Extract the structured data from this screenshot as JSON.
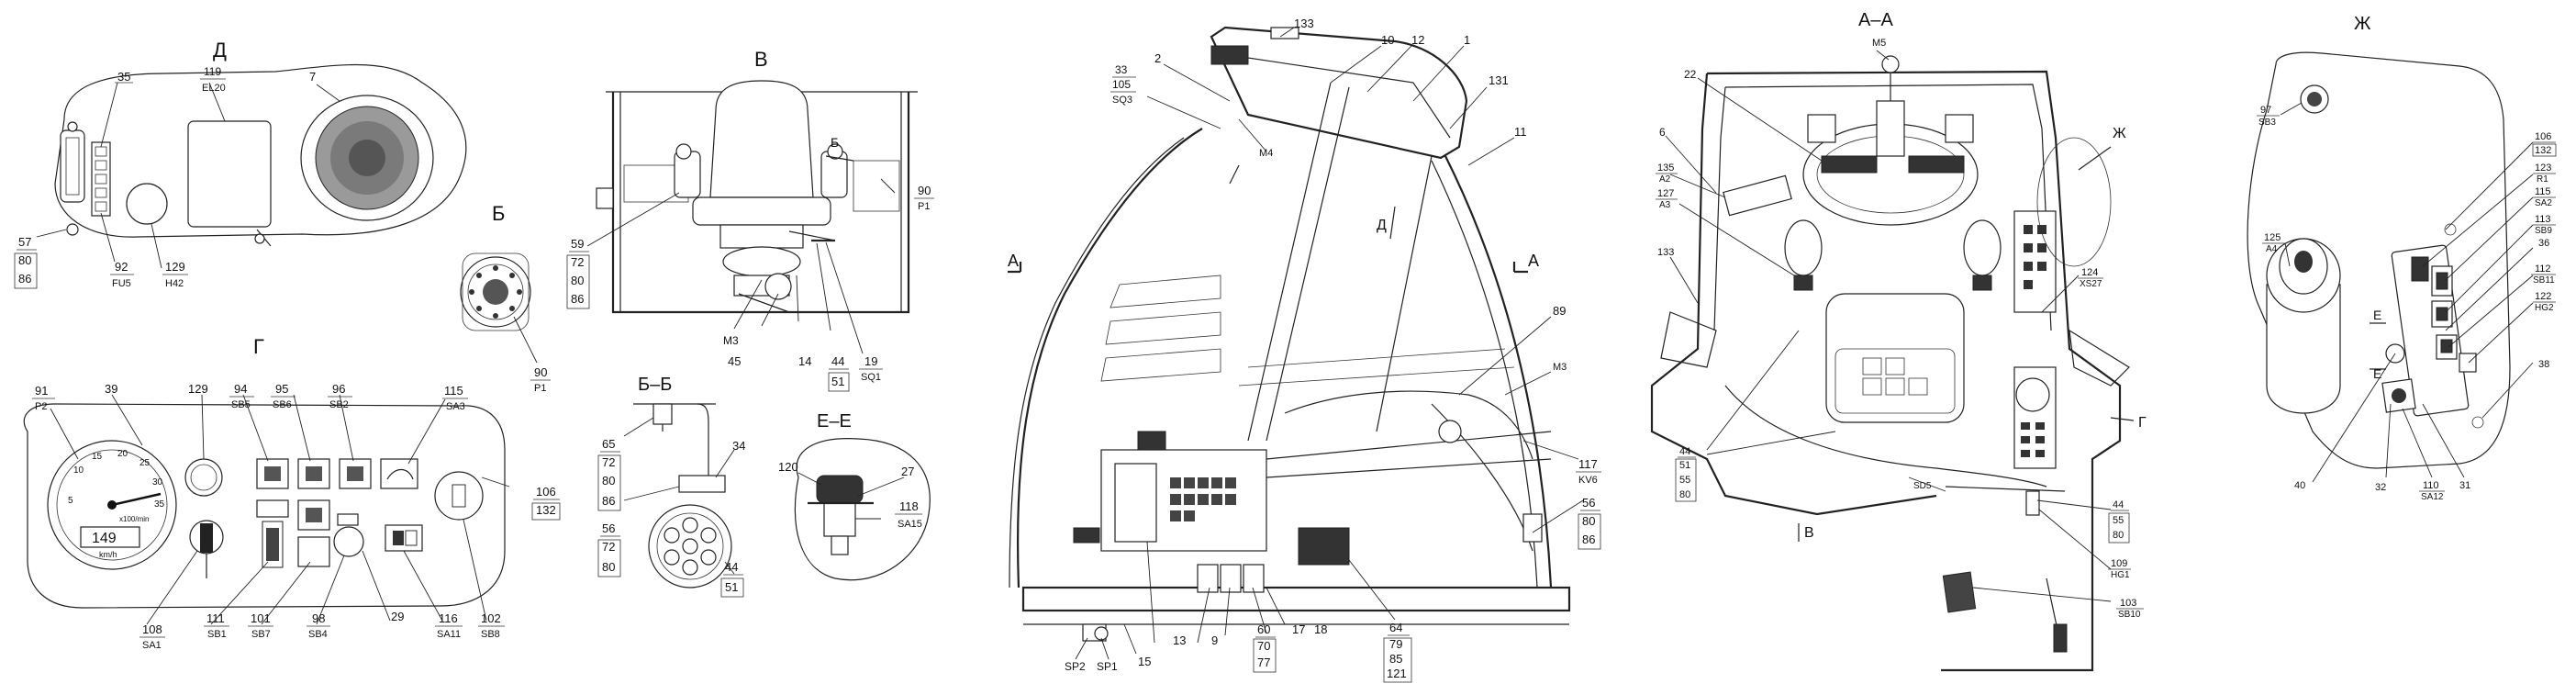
{
  "view_titles": {
    "D": "Д",
    "V": "В",
    "B": "Б",
    "G": "Г",
    "BB": "Б–Б",
    "EE": "Е–Е",
    "AA": "А–А",
    "ZH": "Ж"
  },
  "section_marks": {
    "A_left": "А",
    "A_right": "А",
    "D_arrow": "Д",
    "B_arrow": "Б",
    "V_arrow": "В",
    "G_arrow": "Г",
    "ZH_arrow": "Ж",
    "E_upper": "Е",
    "E_lower": "Е",
    "B_inner": "Б"
  },
  "dashboard": {
    "display_reading": "149",
    "speed_units": "km/h",
    "odometer_units": "x100/min",
    "speed_ticks": [
      "5",
      "10",
      "15",
      "20",
      "25",
      "30",
      "35"
    ]
  },
  "callouts": [
    {
      "id": "d35",
      "text": "35"
    },
    {
      "id": "d119",
      "text": "119"
    },
    {
      "id": "d_el20",
      "text": "EL20"
    },
    {
      "id": "d7",
      "text": "7"
    },
    {
      "id": "d57",
      "text": "57"
    },
    {
      "id": "d80",
      "text": "80"
    },
    {
      "id": "d86",
      "text": "86"
    },
    {
      "id": "d92",
      "text": "92"
    },
    {
      "id": "d_fu5",
      "text": "FU5"
    },
    {
      "id": "d129",
      "text": "129"
    },
    {
      "id": "d_h42",
      "text": "H42"
    },
    {
      "id": "b90",
      "text": "90"
    },
    {
      "id": "b_p1",
      "text": "P1"
    },
    {
      "id": "v59",
      "text": "59"
    },
    {
      "id": "v72",
      "text": "72"
    },
    {
      "id": "v80",
      "text": "80"
    },
    {
      "id": "v86",
      "text": "86"
    },
    {
      "id": "v_m3",
      "text": "M3"
    },
    {
      "id": "v45",
      "text": "45"
    },
    {
      "id": "v14",
      "text": "14"
    },
    {
      "id": "v44",
      "text": "44"
    },
    {
      "id": "v51",
      "text": "51"
    },
    {
      "id": "v19",
      "text": "19"
    },
    {
      "id": "v_sq1",
      "text": "SQ1"
    },
    {
      "id": "v90",
      "text": "90"
    },
    {
      "id": "v_p1",
      "text": "P1"
    },
    {
      "id": "bb65",
      "text": "65"
    },
    {
      "id": "bb72a",
      "text": "72"
    },
    {
      "id": "bb80a",
      "text": "80"
    },
    {
      "id": "bb86",
      "text": "86"
    },
    {
      "id": "bb34",
      "text": "34"
    },
    {
      "id": "bb56",
      "text": "56"
    },
    {
      "id": "bb72b",
      "text": "72"
    },
    {
      "id": "bb80b",
      "text": "80"
    },
    {
      "id": "bb44",
      "text": "44"
    },
    {
      "id": "bb51",
      "text": "51"
    },
    {
      "id": "ee120",
      "text": "120"
    },
    {
      "id": "ee27",
      "text": "27"
    },
    {
      "id": "ee118",
      "text": "118"
    },
    {
      "id": "ee_sa15",
      "text": "SA15"
    },
    {
      "id": "g91",
      "text": "91"
    },
    {
      "id": "g_p2",
      "text": "P2"
    },
    {
      "id": "g39",
      "text": "39"
    },
    {
      "id": "g129",
      "text": "129"
    },
    {
      "id": "g94",
      "text": "94"
    },
    {
      "id": "g_sb5",
      "text": "SB5"
    },
    {
      "id": "g95",
      "text": "95"
    },
    {
      "id": "g_sb6",
      "text": "SB6"
    },
    {
      "id": "g96",
      "text": "96"
    },
    {
      "id": "g_sb2",
      "text": "SB2"
    },
    {
      "id": "g115",
      "text": "115"
    },
    {
      "id": "g_sa3",
      "text": "SA3"
    },
    {
      "id": "g106",
      "text": "106"
    },
    {
      "id": "g132",
      "text": "132"
    },
    {
      "id": "g108",
      "text": "108"
    },
    {
      "id": "g_sa1",
      "text": "SA1"
    },
    {
      "id": "g111",
      "text": "111"
    },
    {
      "id": "g_sb1",
      "text": "SB1"
    },
    {
      "id": "g101",
      "text": "101"
    },
    {
      "id": "g_sb7",
      "text": "SB7"
    },
    {
      "id": "g98",
      "text": "98"
    },
    {
      "id": "g_sb4",
      "text": "SB4"
    },
    {
      "id": "g29",
      "text": "29"
    },
    {
      "id": "g116",
      "text": "116"
    },
    {
      "id": "g_sa11",
      "text": "SA11"
    },
    {
      "id": "g102",
      "text": "102"
    },
    {
      "id": "g_sb8",
      "text": "SB8"
    },
    {
      "id": "m133",
      "text": "133"
    },
    {
      "id": "m10",
      "text": "10"
    },
    {
      "id": "m12",
      "text": "12"
    },
    {
      "id": "m1",
      "text": "1"
    },
    {
      "id": "m2",
      "text": "2"
    },
    {
      "id": "m33",
      "text": "33"
    },
    {
      "id": "m105",
      "text": "105"
    },
    {
      "id": "m_sq3",
      "text": "SQ3"
    },
    {
      "id": "m_m4",
      "text": "M4"
    },
    {
      "id": "m131",
      "text": "131"
    },
    {
      "id": "m11",
      "text": "11"
    },
    {
      "id": "m89",
      "text": "89"
    },
    {
      "id": "m_m3",
      "text": "M3"
    },
    {
      "id": "m117",
      "text": "117"
    },
    {
      "id": "m_kv",
      "text": "KV6"
    },
    {
      "id": "m56",
      "text": "56"
    },
    {
      "id": "m80",
      "text": "80"
    },
    {
      "id": "m86",
      "text": "86"
    },
    {
      "id": "m64",
      "text": "64"
    },
    {
      "id": "m79",
      "text": "79"
    },
    {
      "id": "m85",
      "text": "85"
    },
    {
      "id": "m121",
      "text": "121"
    },
    {
      "id": "m60",
      "text": "60"
    },
    {
      "id": "m70",
      "text": "70"
    },
    {
      "id": "m77",
      "text": "77"
    },
    {
      "id": "m17",
      "text": "17"
    },
    {
      "id": "m18",
      "text": "18"
    },
    {
      "id": "m9",
      "text": "9"
    },
    {
      "id": "m13",
      "text": "13"
    },
    {
      "id": "m15",
      "text": "15"
    },
    {
      "id": "m_sp2",
      "text": "SP2"
    },
    {
      "id": "m_sp1",
      "text": "SP1"
    },
    {
      "id": "a_m5",
      "text": "M5"
    },
    {
      "id": "a22",
      "text": "22"
    },
    {
      "id": "a6",
      "text": "6"
    },
    {
      "id": "a135",
      "text": "135"
    },
    {
      "id": "a_a2",
      "text": "A2"
    },
    {
      "id": "a127",
      "text": "127"
    },
    {
      "id": "a_a3",
      "text": "A3"
    },
    {
      "id": "a133",
      "text": "133"
    },
    {
      "id": "a124",
      "text": "124"
    },
    {
      "id": "a_xs27",
      "text": "XS27"
    },
    {
      "id": "a44a",
      "text": "44"
    },
    {
      "id": "a51",
      "text": "51"
    },
    {
      "id": "a55a",
      "text": "55"
    },
    {
      "id": "a80a",
      "text": "80"
    },
    {
      "id": "a_sd5",
      "text": "SD5"
    },
    {
      "id": "a44b",
      "text": "44"
    },
    {
      "id": "a55b",
      "text": "55"
    },
    {
      "id": "a80b",
      "text": "80"
    },
    {
      "id": "a109",
      "text": "109"
    },
    {
      "id": "a_hg1",
      "text": "HG1"
    },
    {
      "id": "a103",
      "text": "103"
    },
    {
      "id": "a_sb10",
      "text": "SB10"
    },
    {
      "id": "z97",
      "text": "97"
    },
    {
      "id": "z_sb3",
      "text": "SB3"
    },
    {
      "id": "z106",
      "text": "106"
    },
    {
      "id": "z132",
      "text": "132"
    },
    {
      "id": "z123",
      "text": "123"
    },
    {
      "id": "z_r1",
      "text": "R1"
    },
    {
      "id": "z125",
      "text": "125"
    },
    {
      "id": "z_a4",
      "text": "A4"
    },
    {
      "id": "z115",
      "text": "115"
    },
    {
      "id": "z_sa2",
      "text": "SA2"
    },
    {
      "id": "z113",
      "text": "113"
    },
    {
      "id": "z_sb9",
      "text": "SB9"
    },
    {
      "id": "z36",
      "text": "36"
    },
    {
      "id": "z112",
      "text": "112"
    },
    {
      "id": "z_sb11",
      "text": "SB11"
    },
    {
      "id": "z122",
      "text": "122"
    },
    {
      "id": "z_hg2",
      "text": "HG2"
    },
    {
      "id": "z38",
      "text": "38"
    },
    {
      "id": "z40",
      "text": "40"
    },
    {
      "id": "z32",
      "text": "32"
    },
    {
      "id": "z110",
      "text": "110"
    },
    {
      "id": "z_sa12",
      "text": "SA12"
    },
    {
      "id": "z31",
      "text": "31"
    }
  ]
}
